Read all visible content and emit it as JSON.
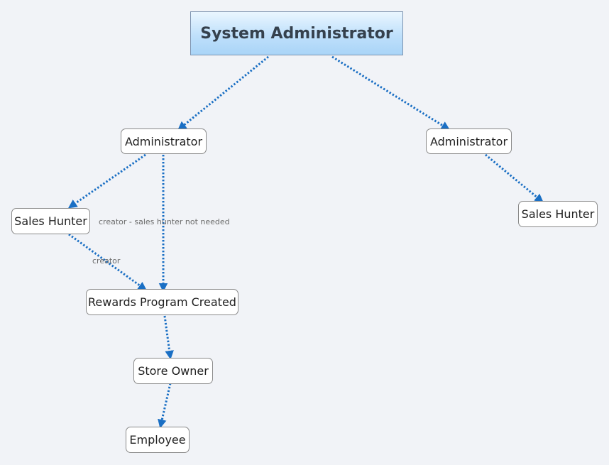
{
  "root": {
    "label": "System Administrator"
  },
  "nodes": {
    "admin_left": "Administrator",
    "admin_right": "Administrator",
    "sales_hunter_left": "Sales Hunter",
    "sales_hunter_right": "Sales Hunter",
    "rewards_program": "Rewards Program Created",
    "store_owner": "Store Owner",
    "employee": "Employee"
  },
  "edge_labels": {
    "creator": "creator",
    "creator_not_needed": "creator - sales hunter not needed"
  },
  "colors": {
    "background": "#f1f3f7",
    "connector": "#1a6fc4",
    "root_fill": "#bfe0fb"
  }
}
